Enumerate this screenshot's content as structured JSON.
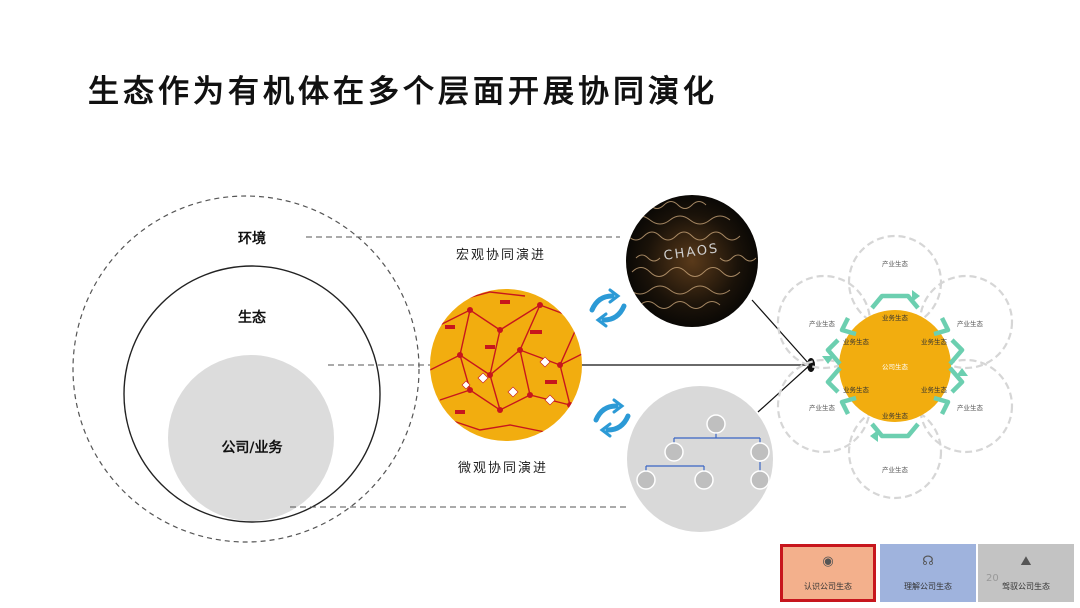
{
  "title": "生态作为有机体在多个层面开展协同演化",
  "levels": {
    "environment": "环境",
    "ecosystem": "生态",
    "company": "公司/业务"
  },
  "macro_label": "宏观协同演进",
  "micro_label": "微观协同演进",
  "chaos_text": "CHAOS",
  "flower": {
    "petal_label": "产业生态",
    "center_label": "公司生态",
    "inner_label": "业务生态"
  },
  "nav": {
    "item1": "认识公司生态",
    "item2": "理解公司生态",
    "item3": "驾驭公司生态",
    "icon1": "eye-icon",
    "icon2": "brain-icon",
    "icon3": "climb-icon"
  },
  "page_number": "20",
  "colors": {
    "yellow": "#f2ad0f",
    "red": "#c7161d",
    "teal": "#6ccfb0",
    "blue_arrow": "#2c9ad6",
    "gray": "#d9d9d9"
  }
}
